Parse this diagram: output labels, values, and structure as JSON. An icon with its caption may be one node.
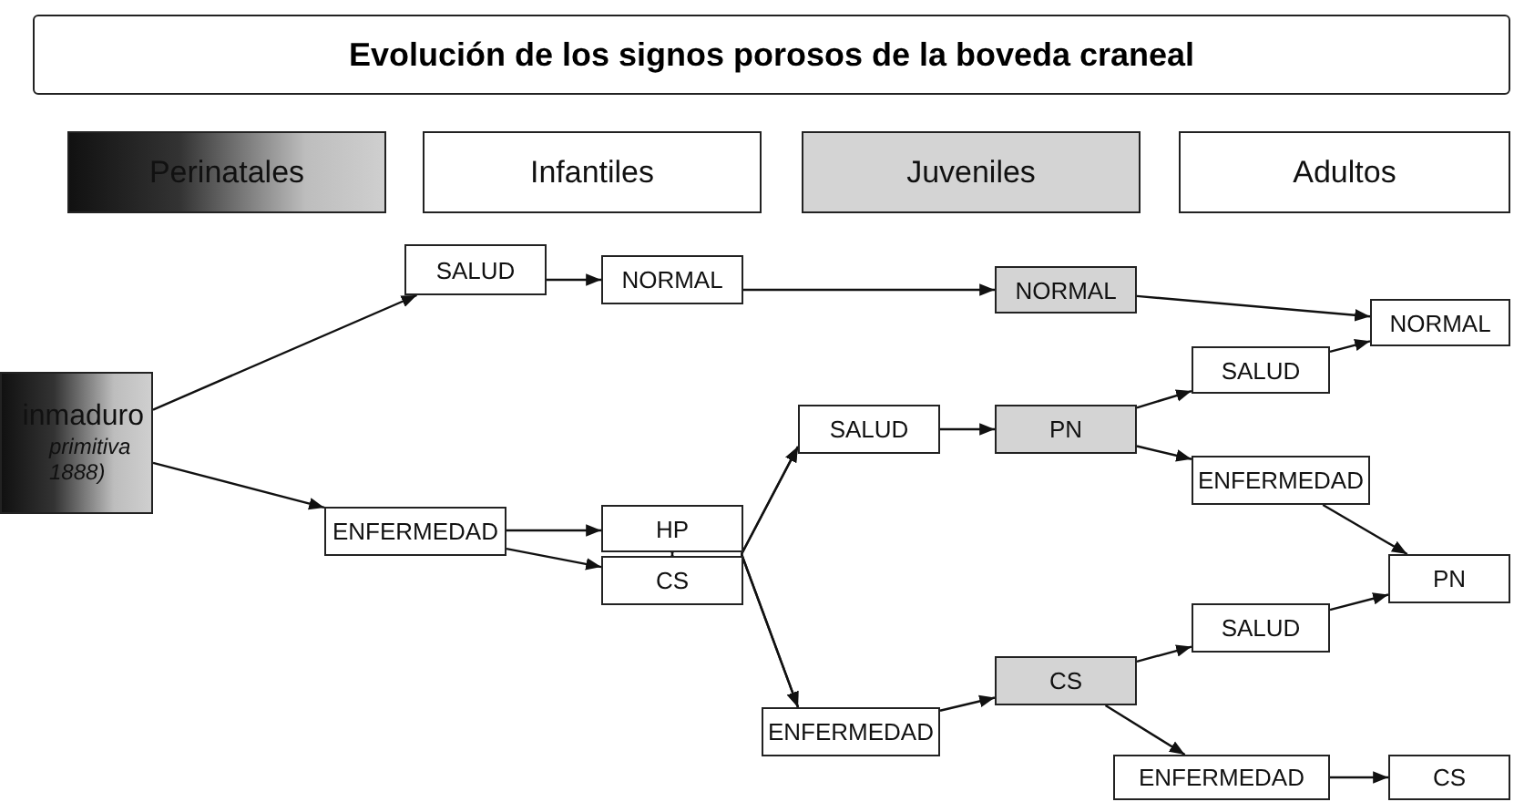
{
  "diagram": {
    "title": "Evolución de los signos porosos de la boveda craneal",
    "nodes": [
      {
        "text": [
          "Perinatales"
        ]
      },
      {
        "text": [
          "Infantiles"
        ]
      },
      {
        "text": [
          "Juveniles"
        ]
      },
      {
        "text": [
          "Adultos"
        ]
      },
      {
        "text": [
          "inmaduro",
          "primitiva 1888)"
        ]
      },
      {
        "text": [
          "SALUD"
        ]
      },
      {
        "text": [
          "NORMAL"
        ]
      },
      {
        "text": [
          "ENFERMEDAD"
        ]
      },
      {
        "text": [
          "HP"
        ]
      },
      {
        "text": [
          "CS"
        ]
      },
      {
        "text": [
          "SALUD"
        ]
      },
      {
        "text": [
          "ENFERMEDAD"
        ]
      },
      {
        "text": [
          "NORMAL"
        ]
      },
      {
        "text": [
          "PN"
        ]
      },
      {
        "text": [
          "CS"
        ]
      },
      {
        "text": [
          "NORMAL"
        ]
      },
      {
        "text": [
          "SALUD"
        ]
      },
      {
        "text": [
          "ENFERMEDAD"
        ]
      },
      {
        "text": [
          "SALUD"
        ]
      },
      {
        "text": [
          "PN"
        ]
      },
      {
        "text": [
          "ENFERMEDAD"
        ]
      },
      {
        "text": [
          "CS"
        ]
      }
    ],
    "edges": [
      {
        "from": 4,
        "to": 5,
        "arrow": "to"
      },
      {
        "from": 5,
        "to": 6,
        "arrow": "to"
      },
      {
        "from": 6,
        "to": 12,
        "arrow": "to"
      },
      {
        "from": 12,
        "to": 15,
        "arrow": "to"
      },
      {
        "from": 4,
        "to": 7,
        "arrow": "to"
      },
      {
        "from": 7,
        "to": 8,
        "arrow": "to"
      },
      {
        "from": 7,
        "to": 9,
        "arrow": "to"
      },
      {
        "from": 8,
        "to": 9,
        "arrow": "both"
      },
      {
        "from": 8,
        "to": 10,
        "arrow": "to"
      },
      {
        "from": 9,
        "to": 10,
        "arrow": "to"
      },
      {
        "from": 8,
        "to": 11,
        "arrow": "to"
      },
      {
        "from": 9,
        "to": 11,
        "arrow": "to"
      },
      {
        "from": 10,
        "to": 13,
        "arrow": "to"
      },
      {
        "from": 13,
        "to": 16,
        "arrow": "to"
      },
      {
        "from": 13,
        "to": 17,
        "arrow": "to"
      },
      {
        "from": 16,
        "to": 15,
        "arrow": "to"
      },
      {
        "from": 17,
        "to": 19,
        "arrow": "to"
      },
      {
        "from": 11,
        "to": 14,
        "arrow": "to"
      },
      {
        "from": 14,
        "to": 18,
        "arrow": "to"
      },
      {
        "from": 14,
        "to": 20,
        "arrow": "to"
      },
      {
        "from": 18,
        "to": 19,
        "arrow": "to"
      },
      {
        "from": 20,
        "to": 21,
        "arrow": "to"
      }
    ]
  }
}
